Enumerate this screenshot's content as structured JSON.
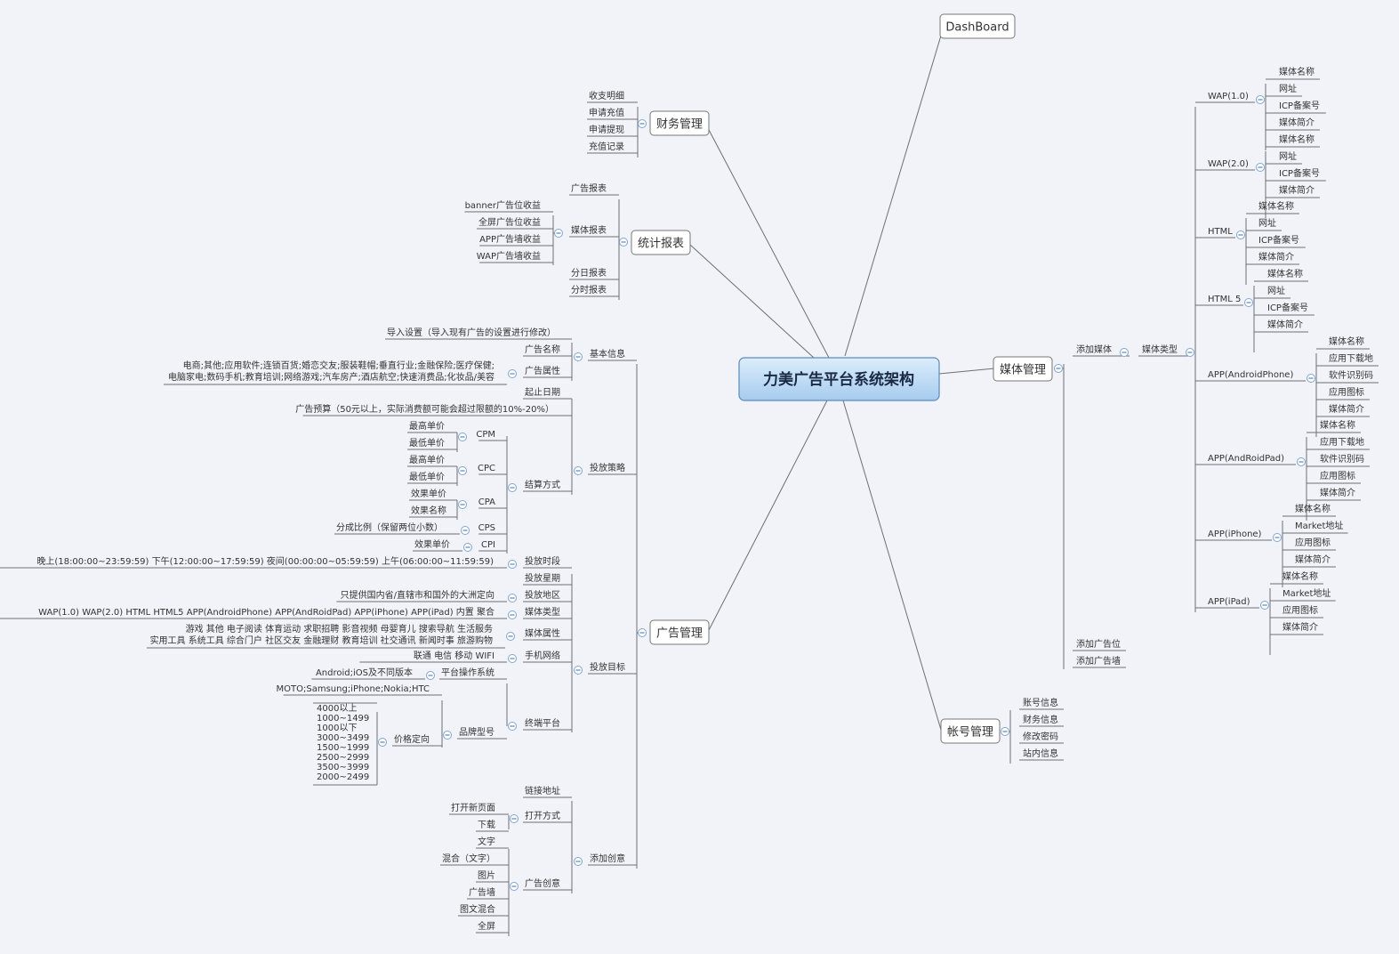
{
  "central": "力美广告平台系统架构",
  "dashboard": "DashBoard",
  "finance": {
    "title": "财务管理",
    "items": [
      "收支明细",
      "申请充值",
      "申请提现",
      "充值记录"
    ]
  },
  "stats": {
    "title": "统计报表",
    "ad_report": "广告报表",
    "media_report": "媒体报表",
    "media_items": [
      "banner广告位收益",
      "全屏广告位收益",
      "APP广告墙收益",
      "WAP广告墙收益"
    ],
    "daily": "分日报表",
    "hourly": "分时报表"
  },
  "ads": {
    "title": "广告管理",
    "basic": {
      "title": "基本信息",
      "import": "导入设置（导入现有广告的设置进行修改）",
      "name": "广告名称",
      "attr": "广告属性",
      "attr_line1": "电商;其他;应用软件;连锁百货;婚恋交友;服装鞋帽;垂直行业;金融保险;医疗保健;",
      "attr_line2": "电脑家电;数码手机;教育培训;网络游戏;汽车房产;酒店航空;快速消费品;化妆品/美容"
    },
    "strategy": {
      "title": "投放策略",
      "end_date": "起止日期",
      "budget": "广告预算（50元以上，实际消费额可能会超过限额的10%-20%）",
      "billing": "结算方式",
      "cpm": "CPM",
      "cpc": "CPC",
      "cpa": "CPA",
      "cps": "CPS",
      "cpi": "CPI",
      "max_price": "最高单价",
      "min_price": "最低单价",
      "effect_price": "效果单价",
      "effect_name": "效果名称",
      "share": "分成比例（保留两位小数）"
    },
    "target": {
      "title": "投放目标",
      "time": "投放时段",
      "time_value": "晚上(18:00:00~23:59:59)    下午(12:00:00~17:59:59)    夜间(00:00:00~05:59:59)    上午(06:00:00~11:59:59)",
      "week": "投放星期",
      "region": "投放地区",
      "region_value": "只提供国内省/直辖市和国外的大洲定向",
      "media_type": "媒体类型",
      "media_type_value": "WAP(1.0)  WAP(2.0)  HTML  HTML5  APP(AndroidPhone)  APP(AndRoidPad)  APP(iPhone)  APP(iPad)  内置  聚合",
      "media_attr": "媒体属性",
      "media_attr_line1": "游戏  其他  电子阅读  体育运动  求职招聘  影音视频  母婴育儿  搜索导航  生活服务",
      "media_attr_line2": "实用工具  系统工具  综合门户  社区交友  金融理财  教育培训  社交通讯  新闻时事  旅游购物",
      "network": "手机网络",
      "network_value": "联通    电信    移动    WIFI",
      "terminal": "终端平台",
      "os": "平台操作系统",
      "os_value": "Android;iOS及不同版本",
      "brand": "品牌型号",
      "brand_value": "MOTO;Samsung;iPhone;Nokia;HTC",
      "price": "价格定向",
      "price_values": [
        "4000以上",
        "1000~1499",
        "1000以下",
        "3000~3499",
        "1500~1999",
        "2500~2999",
        "3500~3999",
        "2000~2499"
      ]
    },
    "creative": {
      "title": "添加创意",
      "link": "链接地址",
      "open": "打开方式",
      "open_new": "打开新页面",
      "download": "下载",
      "ad_creative": "广告创意",
      "types": [
        "文字",
        "混合（文字）",
        "图片",
        "广告墙",
        "图文混合",
        "全屏"
      ]
    }
  },
  "media": {
    "title": "媒体管理",
    "add_media": "添加媒体",
    "media_type": "媒体类型",
    "f_name": "媒体名称",
    "f_url": "网址",
    "f_icp": "ICP备案号",
    "f_intro": "媒体简介",
    "f_dl": "应用下载地",
    "f_code": "软件识别码",
    "f_icon": "应用图标",
    "f_market": "Market地址",
    "wap1": "WAP(1.0)",
    "wap2": "WAP(2.0)",
    "html": "HTML",
    "html5": "HTML 5",
    "app_ap": "APP(AndroidPhone)",
    "app_apad": "APP(AndRoidPad)",
    "app_iphone": "APP(iPhone)",
    "app_ipad": "APP(iPad)",
    "add_slot": "添加广告位",
    "add_wall": "添加广告墙"
  },
  "account": {
    "title": "帐号管理",
    "items": [
      "账号信息",
      "财务信息",
      "修改密码",
      "站内信息"
    ]
  },
  "colors": {
    "background": "#f1f3f8",
    "line": "#6f6f6f",
    "central_fill": "#b9d8f3",
    "central_border": "#5d8bbb",
    "collapse": "#7fa6d6"
  }
}
